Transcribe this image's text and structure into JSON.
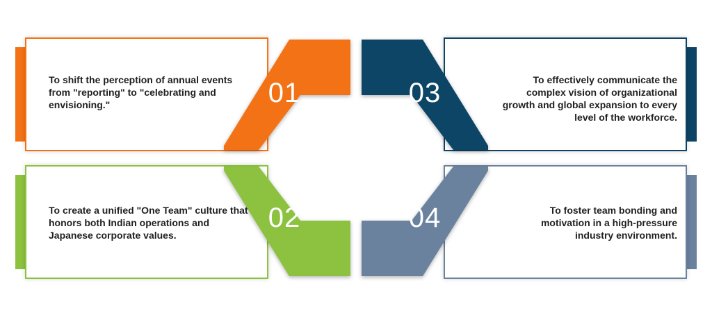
{
  "items": [
    {
      "number": "01",
      "text": "To shift the perception of annual events from \"reporting\" to \"celebrating and envisioning.\"",
      "color": "#F47216"
    },
    {
      "number": "02",
      "text": "To create a unified \"One Team\" culture that honors both Indian operations and Japanese corporate values.",
      "color": "#8DC23F"
    },
    {
      "number": "03",
      "text": "To effectively communicate the complex vision of organizational growth and global expansion to every level of the workforce.",
      "color": "#0D4466"
    },
    {
      "number": "04",
      "text": "To foster team bonding and motivation in a high-pressure industry environment.",
      "color": "#6A829E"
    }
  ]
}
